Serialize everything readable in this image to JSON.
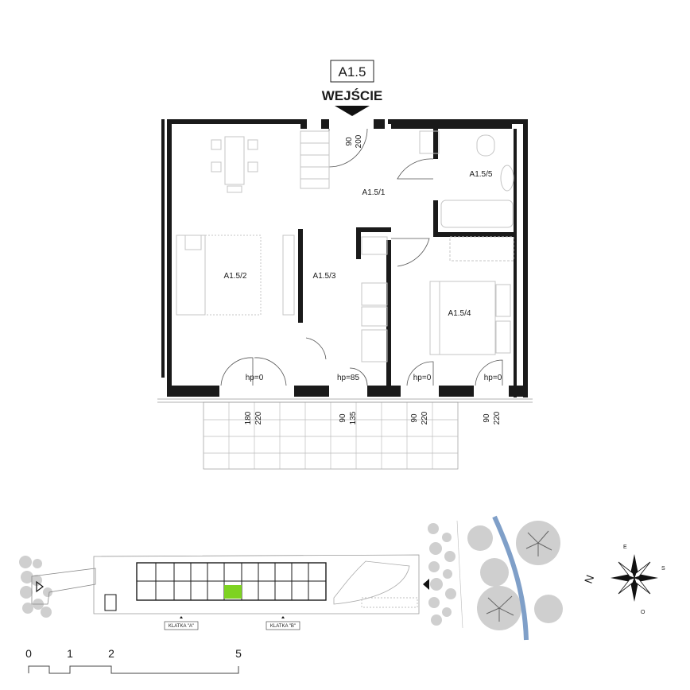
{
  "apartment": {
    "id": "A1.5",
    "entrance_label": "WEJŚCIE"
  },
  "rooms": {
    "r1": "A1.5/1",
    "r2": "A1.5/2",
    "r3": "A1.5/3",
    "r4": "A1.5/4",
    "r5": "A1.5/5"
  },
  "openings": {
    "entry_door": {
      "top": "90",
      "bottom": "200"
    },
    "living_window": {
      "hp": "hp=0",
      "top": "180",
      "bottom": "220"
    },
    "kitchen_window": {
      "hp": "hp=85",
      "top": "90",
      "bottom": "135"
    },
    "bedroom_door": {
      "hp": "hp=0",
      "top": "90",
      "bottom": "220"
    },
    "bedroom_window": {
      "hp": "hp=0",
      "top": "90",
      "bottom": "220"
    }
  },
  "site_plan": {
    "staircase_a": "KLATKA \"A\"",
    "staircase_b": "KLATKA \"B\"",
    "highlight_color": "#7ed321"
  },
  "compass": {
    "n": "N",
    "e": "E",
    "s": "S",
    "w": "O"
  },
  "scale_bar": {
    "ticks": [
      "0",
      "1",
      "2",
      "5"
    ]
  },
  "colors": {
    "wall": "#1a1a1a",
    "river": "#7f9fc8",
    "tree": "#c8c8c8"
  }
}
